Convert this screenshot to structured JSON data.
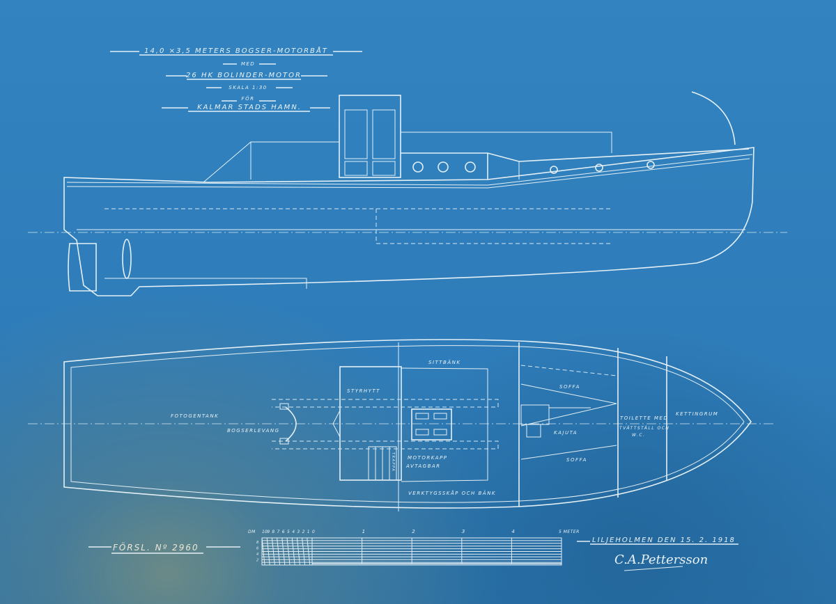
{
  "title_block": {
    "line1": "14,0 ×3,5 METERS BOGSER-MOTORBÅT",
    "line2": "MED",
    "line3": "26 HK BOLINDER-MOTOR",
    "line4": "SKALA 1:30",
    "line5": "FÖR",
    "line6": "KALMAR STADS HAMN."
  },
  "plan_labels": {
    "fotogentank": "FOTOGENTANK",
    "bogserlevang": "BOGSERLEVANG",
    "styrhytt": "STYRHYTT",
    "sittbank": "SITTBÄNK",
    "motorkapp": "MOTORKAPP",
    "avtagbar": "AVTAGBAR",
    "trappa": "TRAPPA",
    "verktygsskap": "VERKTYGSSKÅP OCH BÄNK",
    "soffa_top": "SOFFA",
    "soffa_bottom": "SOFFA",
    "kajuta": "KAJUTA",
    "toilette1": "TOILETTE MED",
    "toilette2": "TVÄTTSTÄLL OCH",
    "toilette3": "W.C.",
    "kettingrum": "KETTINGRUM"
  },
  "scale_bar": {
    "dm_label": "DM",
    "dm_ticks": [
      "10",
      "9",
      "8",
      "7",
      "6",
      "5",
      "4",
      "3",
      "2",
      "1",
      "0"
    ],
    "m_ticks": [
      "1",
      "2",
      "3",
      "4"
    ],
    "end_label": "5 METER",
    "side_ticks": [
      "8",
      "6",
      "4",
      "2"
    ]
  },
  "footer": {
    "proposal": "FÖRSL. Nº 2960",
    "place_date": "LILJEHOLMEN DEN 15. 2. 1918",
    "signature": "C.A.Pettersson"
  }
}
